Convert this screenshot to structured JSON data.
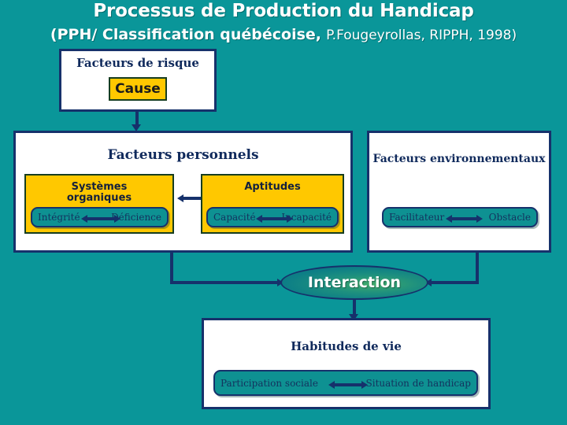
{
  "header": {
    "title_line1": "Processus de Production du Handicap",
    "title_line2_strong": "(PPH/ Classification québécoise,",
    "title_line2_light": "P.Fougeyrollas, RIPPH, 1998)"
  },
  "risk": {
    "panel_title": "Facteurs de risque",
    "cause_label": "Cause"
  },
  "personal": {
    "panel_title": "Facteurs personnels",
    "organic": {
      "label_line1": "Systèmes",
      "label_line2": "organiques",
      "left_term": "Intégrité",
      "right_term": "Déficience"
    },
    "aptitudes": {
      "label": "Aptitudes",
      "left_term": "Capacité",
      "right_term": "Incapacité"
    }
  },
  "environment": {
    "panel_title": "Facteurs environnementaux",
    "left_term": "Facilitateur",
    "right_term": "Obstacle"
  },
  "interaction": {
    "label": "Interaction"
  },
  "habits": {
    "panel_title": "Habitudes de vie",
    "left_term": "Participation sociale",
    "right_term": "Situation de handicap"
  },
  "colors": {
    "background_teal": "#0a9699",
    "box_border_navy": "#16316b",
    "accent_yellow": "#ffc800",
    "pill_teal": "#0e9192",
    "title_text": "#ffffff",
    "heading_navy": "#102a5c"
  }
}
